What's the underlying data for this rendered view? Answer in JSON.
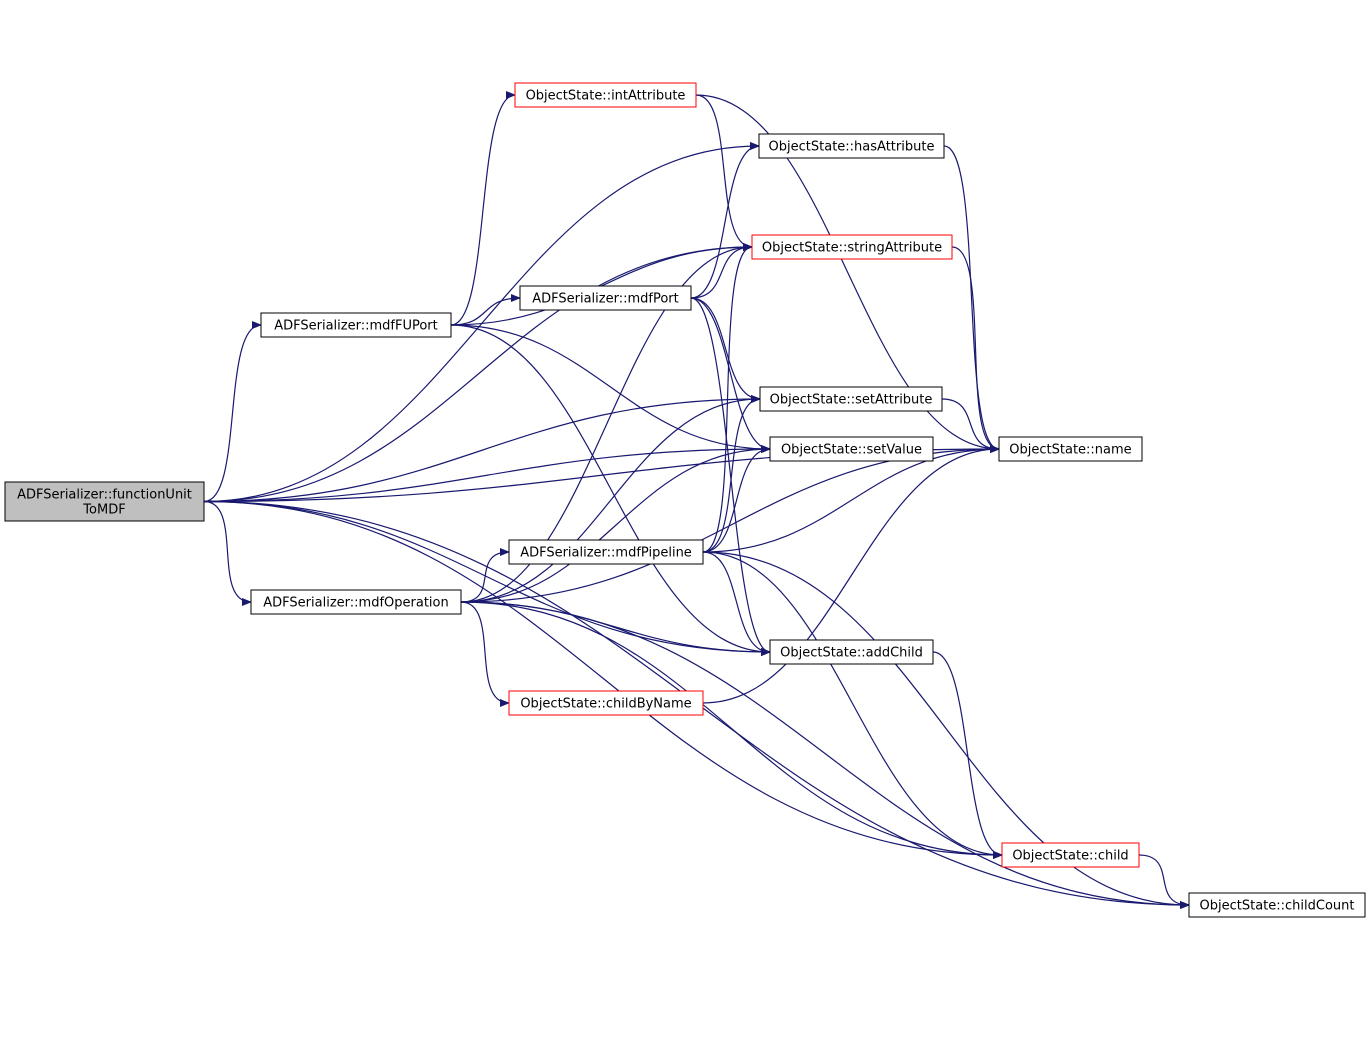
{
  "diagram": {
    "colors": {
      "edge": "#191970",
      "root_fill": "#bfbfbf",
      "red_border": "#ff0000",
      "border": "#000000"
    },
    "nodes": {
      "root": {
        "lines": [
          "ADFSerializer::functionUnit",
          "ToMDF"
        ],
        "style": "root"
      },
      "mdfFUPort": {
        "lines": [
          "ADFSerializer::mdfFUPort"
        ],
        "style": "normal"
      },
      "mdfOperation": {
        "lines": [
          "ADFSerializer::mdfOperation"
        ],
        "style": "normal"
      },
      "intAttribute": {
        "lines": [
          "ObjectState::intAttribute"
        ],
        "style": "red"
      },
      "mdfPort": {
        "lines": [
          "ADFSerializer::mdfPort"
        ],
        "style": "normal"
      },
      "mdfPipeline": {
        "lines": [
          "ADFSerializer::mdfPipeline"
        ],
        "style": "normal"
      },
      "childByName": {
        "lines": [
          "ObjectState::childByName"
        ],
        "style": "red"
      },
      "hasAttribute": {
        "lines": [
          "ObjectState::hasAttribute"
        ],
        "style": "normal"
      },
      "stringAttribute": {
        "lines": [
          "ObjectState::stringAttribute"
        ],
        "style": "red"
      },
      "setAttribute": {
        "lines": [
          "ObjectState::setAttribute"
        ],
        "style": "normal"
      },
      "setValue": {
        "lines": [
          "ObjectState::setValue"
        ],
        "style": "normal"
      },
      "addChild": {
        "lines": [
          "ObjectState::addChild"
        ],
        "style": "normal"
      },
      "name": {
        "lines": [
          "ObjectState::name"
        ],
        "style": "normal"
      },
      "child": {
        "lines": [
          "ObjectState::child"
        ],
        "style": "red"
      },
      "childCount": {
        "lines": [
          "ObjectState::childCount"
        ],
        "style": "normal"
      }
    },
    "edges": [
      [
        "root",
        "mdfFUPort"
      ],
      [
        "root",
        "mdfOperation"
      ],
      [
        "root",
        "hasAttribute"
      ],
      [
        "root",
        "stringAttribute"
      ],
      [
        "root",
        "setAttribute"
      ],
      [
        "root",
        "setValue"
      ],
      [
        "root",
        "addChild"
      ],
      [
        "root",
        "name"
      ],
      [
        "root",
        "child"
      ],
      [
        "root",
        "childCount"
      ],
      [
        "mdfFUPort",
        "intAttribute"
      ],
      [
        "mdfFUPort",
        "stringAttribute"
      ],
      [
        "mdfFUPort",
        "mdfPort"
      ],
      [
        "mdfFUPort",
        "setValue"
      ],
      [
        "mdfFUPort",
        "addChild"
      ],
      [
        "mdfPort",
        "hasAttribute"
      ],
      [
        "mdfPort",
        "stringAttribute"
      ],
      [
        "mdfPort",
        "setAttribute"
      ],
      [
        "mdfPort",
        "setValue"
      ],
      [
        "mdfPort",
        "addChild"
      ],
      [
        "mdfOperation",
        "stringAttribute"
      ],
      [
        "mdfOperation",
        "setAttribute"
      ],
      [
        "mdfOperation",
        "setValue"
      ],
      [
        "mdfOperation",
        "mdfPipeline"
      ],
      [
        "mdfOperation",
        "addChild"
      ],
      [
        "mdfOperation",
        "childByName"
      ],
      [
        "mdfOperation",
        "name"
      ],
      [
        "mdfOperation",
        "child"
      ],
      [
        "mdfOperation",
        "childCount"
      ],
      [
        "mdfPipeline",
        "stringAttribute"
      ],
      [
        "mdfPipeline",
        "setAttribute"
      ],
      [
        "mdfPipeline",
        "setValue"
      ],
      [
        "mdfPipeline",
        "name"
      ],
      [
        "mdfPipeline",
        "addChild"
      ],
      [
        "mdfPipeline",
        "child"
      ],
      [
        "mdfPipeline",
        "childCount"
      ],
      [
        "intAttribute",
        "stringAttribute"
      ],
      [
        "intAttribute",
        "name"
      ],
      [
        "hasAttribute",
        "name"
      ],
      [
        "stringAttribute",
        "name"
      ],
      [
        "setAttribute",
        "name"
      ],
      [
        "childByName",
        "name"
      ],
      [
        "addChild",
        "child"
      ],
      [
        "child",
        "childCount"
      ]
    ]
  }
}
